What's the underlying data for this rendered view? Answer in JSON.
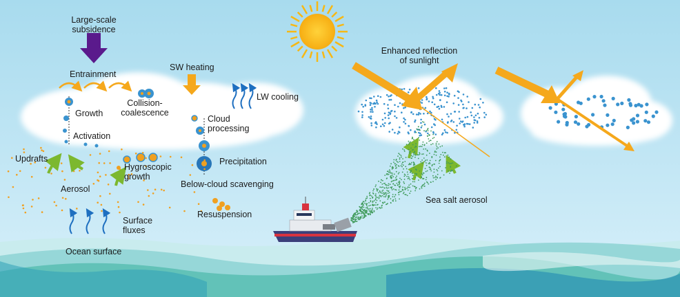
{
  "labels": {
    "subsidence_1": "Large-scale",
    "subsidence_2": "subsidence",
    "entrainment": "Entrainment",
    "sw_heating": "SW heating",
    "lw_cooling": "LW cooling",
    "growth": "Growth",
    "collision_1": "Collision-",
    "collision_2": "coalescence",
    "activation": "Activation",
    "cloud_processing_1": "Cloud",
    "cloud_processing_2": "processing",
    "updrafts": "Updrafts",
    "hygroscopic_1": "Hygroscopic",
    "hygroscopic_2": "growth",
    "precipitation": "Precipitation",
    "below_cloud": "Below-cloud scavenging",
    "aerosol": "Aerosol",
    "surface_fluxes_1": "Surface",
    "surface_fluxes_2": "fluxes",
    "resuspension": "Resuspension",
    "ocean_surface": "Ocean surface",
    "enhanced_1": "Enhanced reflection",
    "enhanced_2": "of sunlight",
    "sea_salt": "Sea salt aerosol"
  },
  "colors": {
    "sky_top": "#a9dcef",
    "sky_bottom": "#d6effa",
    "cloud": "#ffffff",
    "sun": "#f7b813",
    "arrow_orange": "#f5a81c",
    "subsidence_purple": "#5a1a8c",
    "updraft_green": "#7cb82f",
    "wave_blue": "#1e6fc0",
    "droplet_blue": "#3a93cf",
    "aerosol_dot": "#f0a020",
    "spray_green": "#3f9a5a",
    "sea_top": "#b9e3e8",
    "sea_deep": "#2c9bb8",
    "ship_hull": "#3b3f7a",
    "ship_stripe": "#d8333f"
  },
  "icons": [
    "sun-icon",
    "ship-icon",
    "subsidence-arrow-icon",
    "wavy-arrow-icon",
    "droplet-icon"
  ]
}
